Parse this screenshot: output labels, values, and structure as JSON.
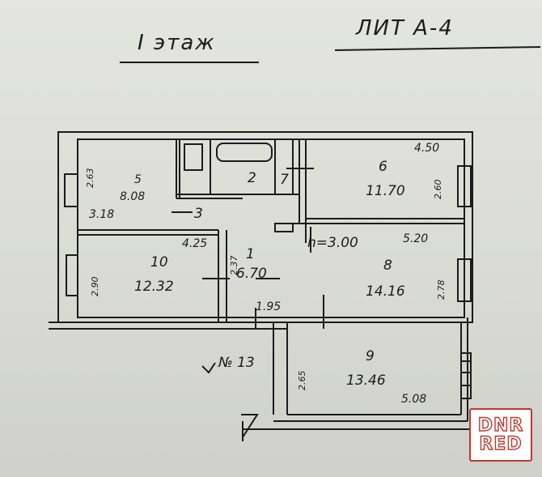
{
  "header": {
    "floor_title": "I этаж",
    "plan_code": "ЛИТ А-4"
  },
  "rooms": [
    {
      "number": "1",
      "area": "6.70"
    },
    {
      "number": "2",
      "area": ""
    },
    {
      "number": "3",
      "area": ""
    },
    {
      "number": "5",
      "area": "8.08"
    },
    {
      "number": "6",
      "area": "11.70"
    },
    {
      "number": "7",
      "area": ""
    },
    {
      "number": "8",
      "area": "14.16"
    },
    {
      "number": "9",
      "area": "13.46"
    },
    {
      "number": "10",
      "area": "12.32"
    }
  ],
  "dimensions": {
    "room5_height": "2.63",
    "room5_width": "3.18",
    "room6_width": "4.50",
    "room6_height": "2.60",
    "room10_width": "4.25",
    "room10_height": "2.90",
    "room1_height": "2.37",
    "room1_width": "1.95",
    "room8_width": "5.20",
    "room8_height": "2.78",
    "room9_height": "2.65",
    "room9_width": "5.08"
  },
  "ceiling_height": "h=3.00",
  "stair_label": "№ 13",
  "watermark": {
    "line1": "DNR",
    "line2": "RED"
  }
}
